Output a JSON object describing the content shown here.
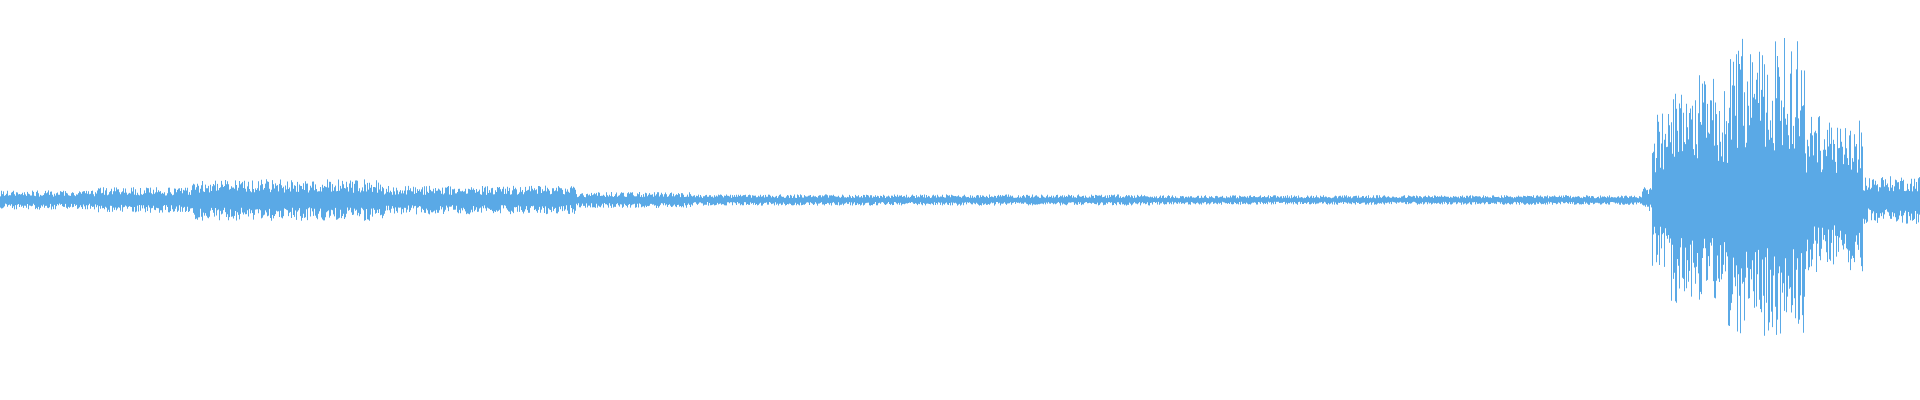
{
  "waveform": {
    "color": "#5aa9e6",
    "background": "#ffffff",
    "segments": [
      {
        "start": 0.0,
        "end": 0.05,
        "amplitude": 0.06
      },
      {
        "start": 0.05,
        "end": 0.1,
        "amplitude": 0.08
      },
      {
        "start": 0.1,
        "end": 0.2,
        "amplitude": 0.13
      },
      {
        "start": 0.2,
        "end": 0.3,
        "amplitude": 0.09
      },
      {
        "start": 0.3,
        "end": 0.36,
        "amplitude": 0.05
      },
      {
        "start": 0.36,
        "end": 0.6,
        "amplitude": 0.035
      },
      {
        "start": 0.6,
        "end": 0.855,
        "amplitude": 0.03
      },
      {
        "start": 0.855,
        "end": 0.86,
        "amplitude": 0.08
      },
      {
        "start": 0.86,
        "end": 0.87,
        "amplitude": 0.45
      },
      {
        "start": 0.87,
        "end": 0.9,
        "amplitude": 0.65
      },
      {
        "start": 0.9,
        "end": 0.94,
        "amplitude": 0.85
      },
      {
        "start": 0.94,
        "end": 0.97,
        "amplitude": 0.45
      },
      {
        "start": 0.97,
        "end": 1.0,
        "amplitude": 0.15
      }
    ]
  }
}
